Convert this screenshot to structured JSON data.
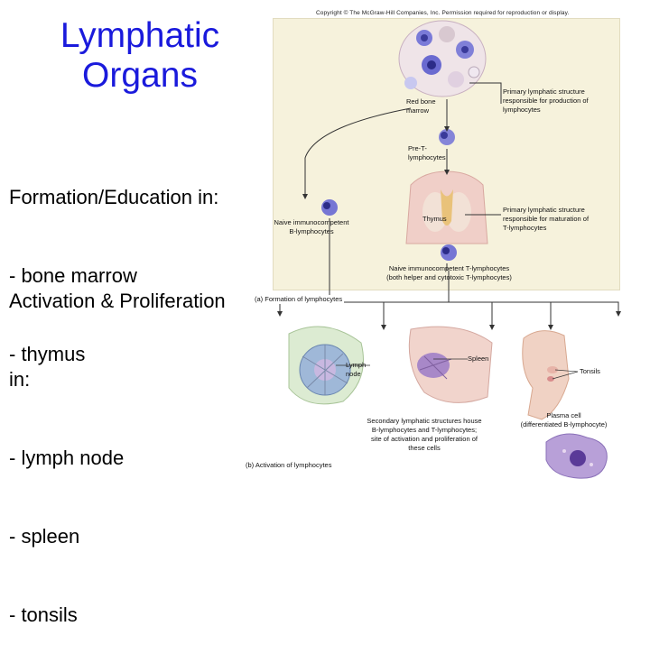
{
  "title": {
    "line1": "Lymphatic",
    "line2": "Organs"
  },
  "left_text": {
    "formation_heading": "Formation/Education in:",
    "formation_items": [
      "- bone marrow",
      "- thymus"
    ],
    "activation_heading_1": "Activation & Proliferation",
    "activation_heading_2": "in:",
    "activation_items": [
      "- lymph node",
      "- spleen",
      "- tonsils"
    ]
  },
  "figure": {
    "copyright": "Copyright © The McGraw-Hill Companies, Inc. Permission required for reproduction or display.",
    "labels": {
      "red_bone_marrow": [
        "Red bone",
        "marrow"
      ],
      "primary_marrow": [
        "Primary lymphatic structure",
        "responsible for production of",
        "lymphocytes"
      ],
      "pre_t": [
        "Pre-T-",
        "lymphocytes"
      ],
      "thymus": "Thymus",
      "primary_thymus": [
        "Primary lymphatic structure",
        "responsible for maturation of",
        "T-lymphocytes"
      ],
      "naive_b": [
        "Naive immunocompetent",
        "B-lymphocytes"
      ],
      "naive_t": [
        "Naive immunocompetent T-lymphocytes",
        "(both helper and cytotoxic T-lymphocytes)"
      ],
      "caption_a": "(a) Formation of lymphocytes",
      "lymph_node": [
        "Lymph",
        "node"
      ],
      "spleen": "Spleen",
      "tonsils": "Tonsils",
      "secondary": [
        "Secondary lymphatic structures house",
        "B-lymphocytes and T-lymphocytes;",
        "site of activation and proliferation of",
        "these cells"
      ],
      "plasma_cell": [
        "Plasma cell",
        "(differentiated B-lymphocyte)"
      ],
      "caption_b": "(b) Activation of lymphocytes"
    }
  },
  "colors": {
    "title_blue": "#1a1adc",
    "panel_bg": "#f6f2dc",
    "cell_purple": "#6a6ad0",
    "tissue_pink": "#e8b8b0"
  }
}
